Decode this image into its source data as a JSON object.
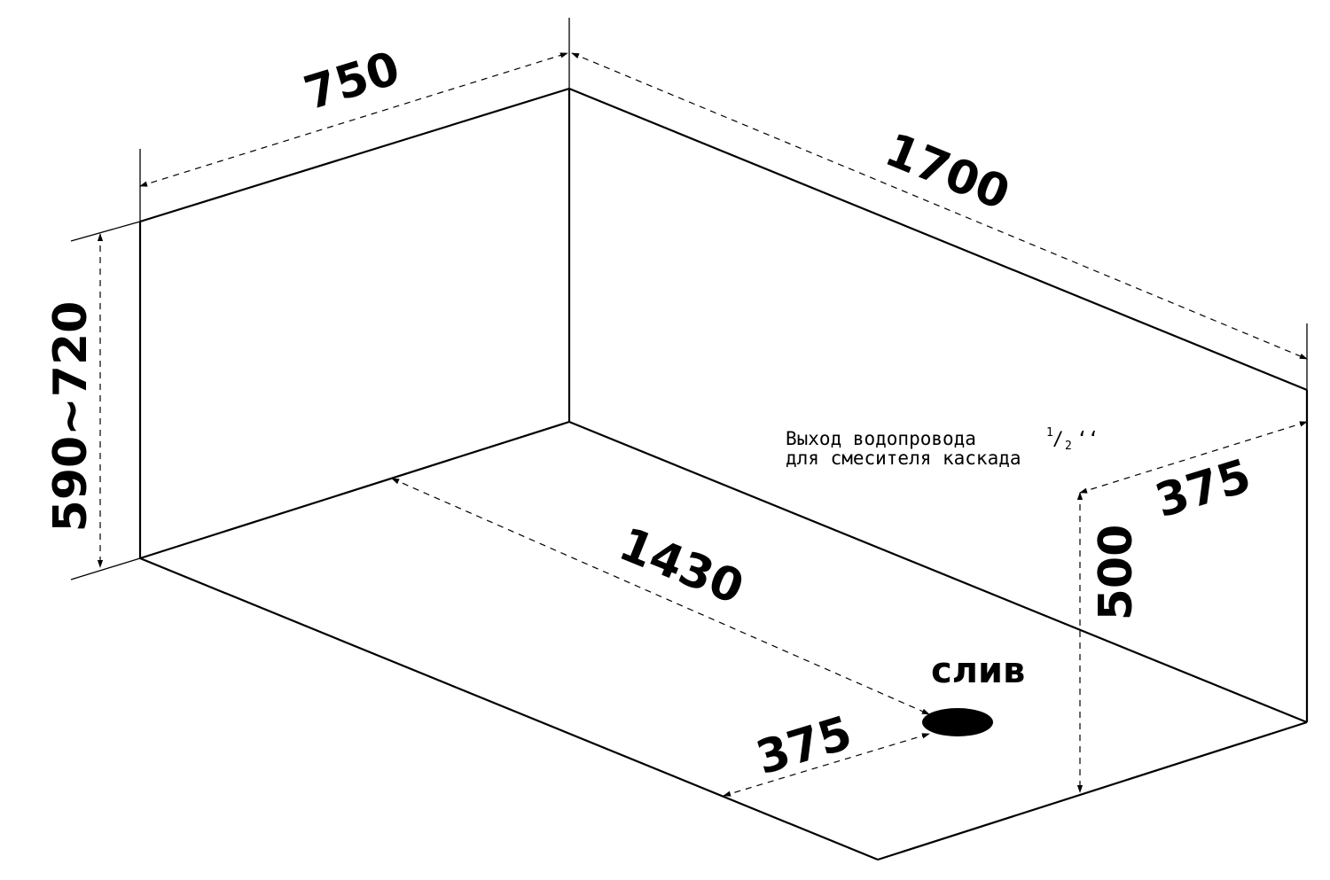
{
  "dimensions": {
    "width_top": "750",
    "length_top": "1700",
    "height_side": "590~720",
    "inner_length": "1430",
    "drain_offset": "375",
    "outlet_offset": "375",
    "outlet_height": "500"
  },
  "drain": {
    "label": "слив"
  },
  "outlet_note": {
    "line1": "Выход водопровода",
    "fraction_num": "1",
    "fraction_sep": "/",
    "fraction_den": "2",
    "unit_mark": "ʻʻ",
    "line2": "для смесителя каскада"
  },
  "colors": {
    "line": "#000000",
    "background": "#ffffff"
  }
}
